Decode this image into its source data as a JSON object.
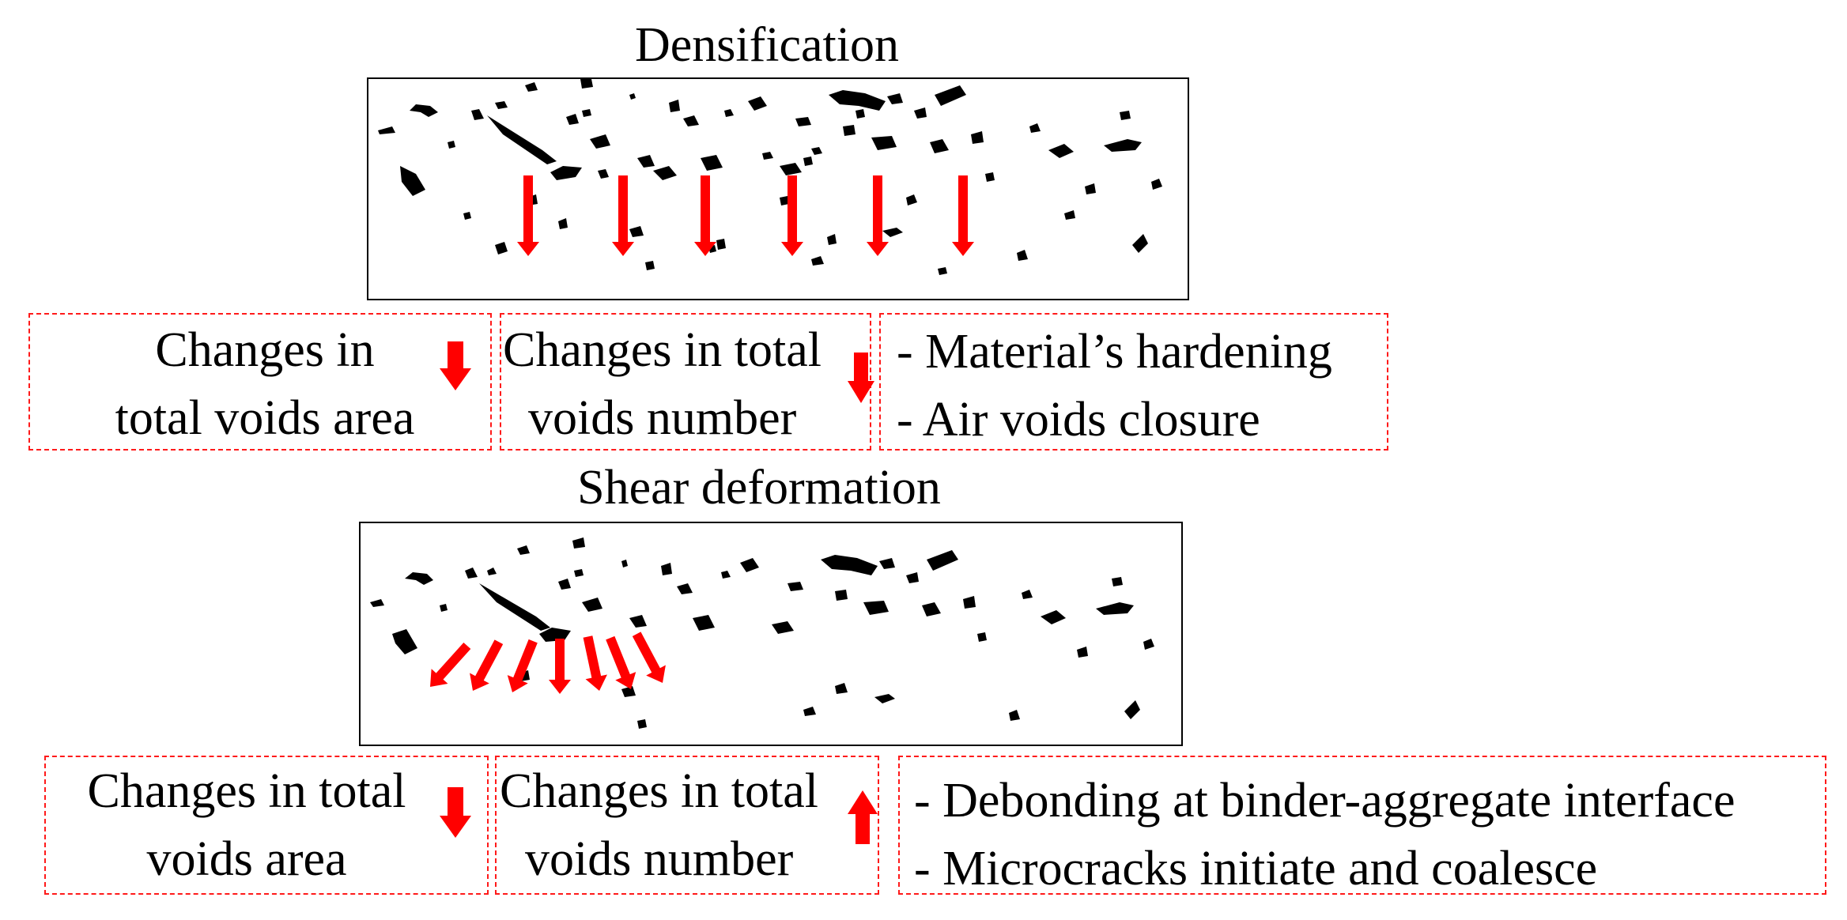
{
  "densification": {
    "title": "Densification",
    "area_box": {
      "line1": "Changes in",
      "line2": "total voids area",
      "trend": "down",
      "trend_icon": "down-arrow-icon"
    },
    "number_box": {
      "line1": "Changes in total",
      "line2": "voids number",
      "trend": "down",
      "trend_icon": "down-arrow-icon"
    },
    "effects": [
      "- Material’s hardening",
      "- Air voids closure"
    ]
  },
  "shear": {
    "title": "Shear deformation",
    "area_box": {
      "line1": "Changes in total",
      "line2": "voids area",
      "trend": "down",
      "trend_icon": "down-arrow-icon"
    },
    "number_box": {
      "line1": "Changes in total",
      "line2": "voids number",
      "trend": "up",
      "trend_icon": "up-arrow-icon"
    },
    "effects": [
      "- Debonding at binder-aggregate interface",
      "- Microcracks initiate and coalesce"
    ]
  },
  "colors": {
    "arrow": "#ff0000",
    "dashed_border": "#ff1a1a",
    "voids": "#000000"
  }
}
